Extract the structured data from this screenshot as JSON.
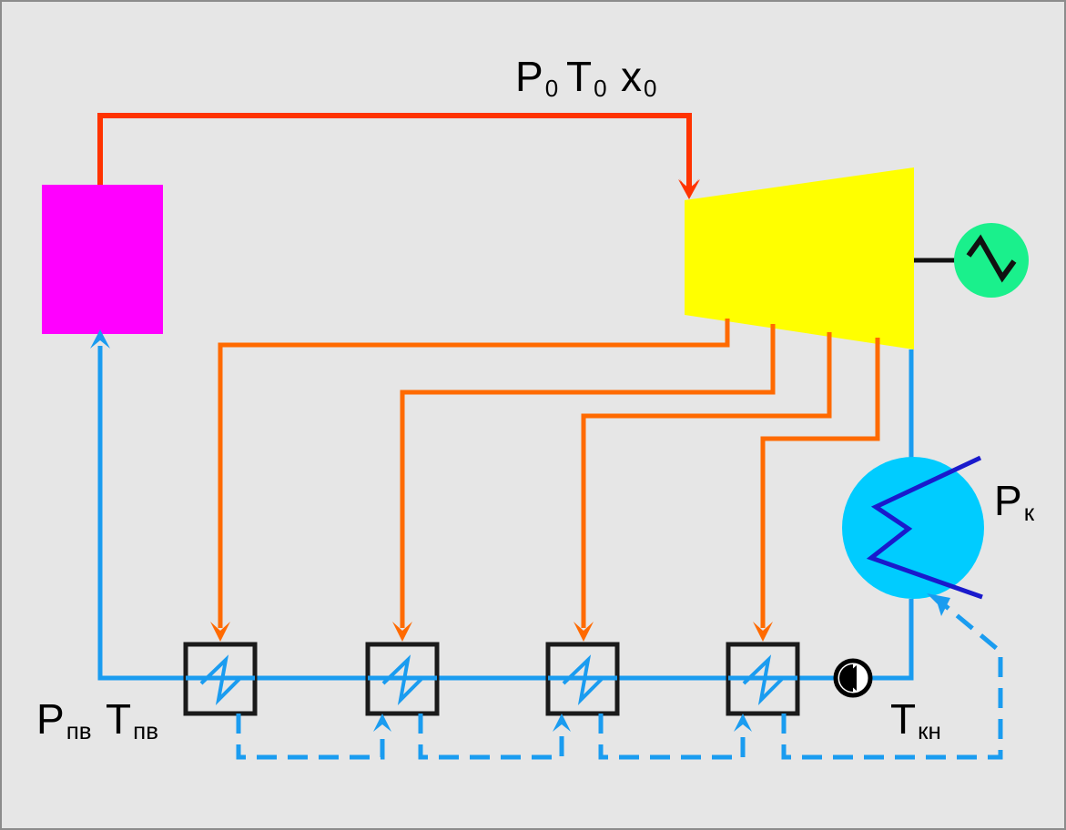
{
  "labels": {
    "p": "P",
    "p_sub": "0",
    "t": "T",
    "t_sub": "0",
    "x": "x",
    "x_sub": "0",
    "pk": "P",
    "pk_sub": "к",
    "ppv": "P",
    "ppv_sub": "пв",
    "tpv": "T",
    "tpv_sub": "пв",
    "tkn": "T",
    "tkn_sub": "кн"
  },
  "colors": {
    "background": "#e6e6e6",
    "boiler": "#ff00ff",
    "turbine": "#ffff00",
    "generator": "#1af08c",
    "condenser": "#00ccff",
    "condenser_coil": "#1a1acc",
    "live_steam": "#ff3300",
    "extraction_steam": "#ff6a00",
    "water": "#1a9cf0",
    "heater_outline": "#1a1a1a",
    "pump": "#000000"
  },
  "icons": {
    "generator": "sine-wave-icon",
    "pump": "pump-icon"
  }
}
